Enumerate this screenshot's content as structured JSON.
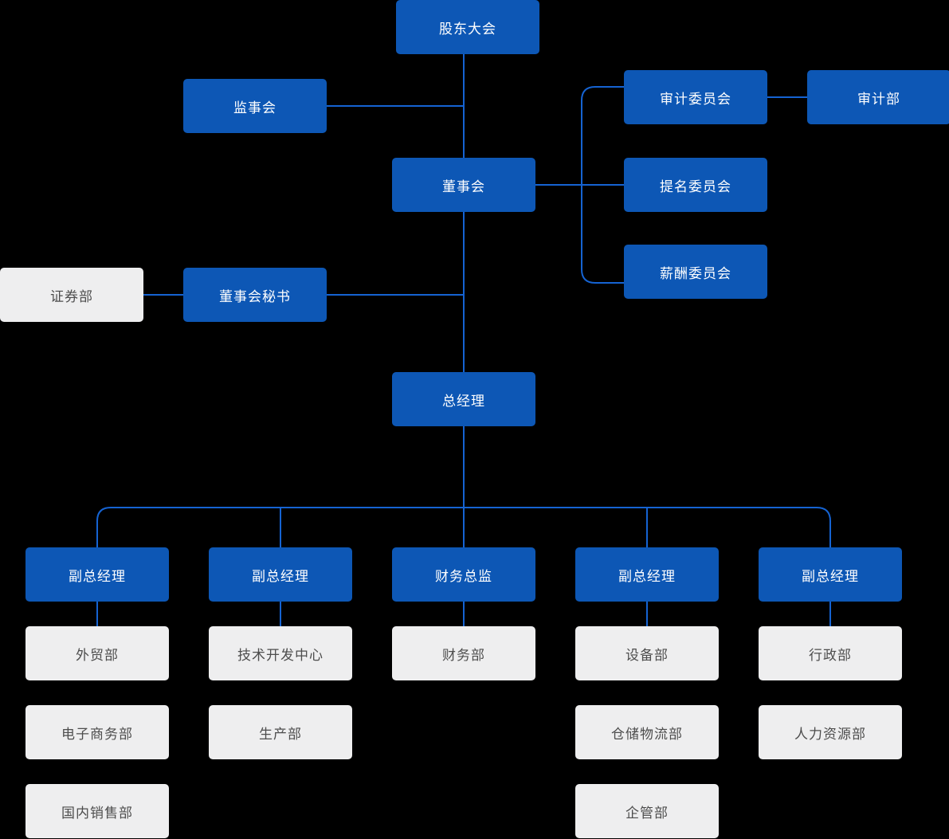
{
  "diagram": {
    "type": "org-chart",
    "colors": {
      "primary_fill": "#0D57B5",
      "primary_text": "#FFFFFF",
      "secondary_fill": "#EEEEEF",
      "secondary_text": "#4D4D4D",
      "line": "#1563D2",
      "background": "#000000"
    },
    "nodes": {
      "shareholders_meeting": {
        "label": "股东大会"
      },
      "supervisory_board": {
        "label": "监事会"
      },
      "audit_committee": {
        "label": "审计委员会"
      },
      "audit_department": {
        "label": "审计部"
      },
      "board_of_directors": {
        "label": "董事会"
      },
      "nomination_committee": {
        "label": "提名委员会"
      },
      "compensation_committee": {
        "label": "薪酬委员会"
      },
      "securities_department": {
        "label": "证券部"
      },
      "board_secretary": {
        "label": "董事会秘书"
      },
      "general_manager": {
        "label": "总经理"
      },
      "deputy_gm_1": {
        "label": "副总经理"
      },
      "deputy_gm_2": {
        "label": "副总经理"
      },
      "cfo": {
        "label": "财务总监"
      },
      "deputy_gm_3": {
        "label": "副总经理"
      },
      "deputy_gm_4": {
        "label": "副总经理"
      },
      "foreign_trade_dept": {
        "label": "外贸部"
      },
      "tech_rd_center": {
        "label": "技术开发中心"
      },
      "finance_dept": {
        "label": "财务部"
      },
      "equipment_dept": {
        "label": "设备部"
      },
      "admin_dept": {
        "label": "行政部"
      },
      "ecommerce_dept": {
        "label": "电子商务部"
      },
      "production_dept": {
        "label": "生产部"
      },
      "warehouse_logistics_dept": {
        "label": "仓储物流部"
      },
      "hr_dept": {
        "label": "人力资源部"
      },
      "domestic_sales_dept": {
        "label": "国内销售部"
      },
      "enterprise_mgmt_dept": {
        "label": "企管部"
      }
    }
  }
}
